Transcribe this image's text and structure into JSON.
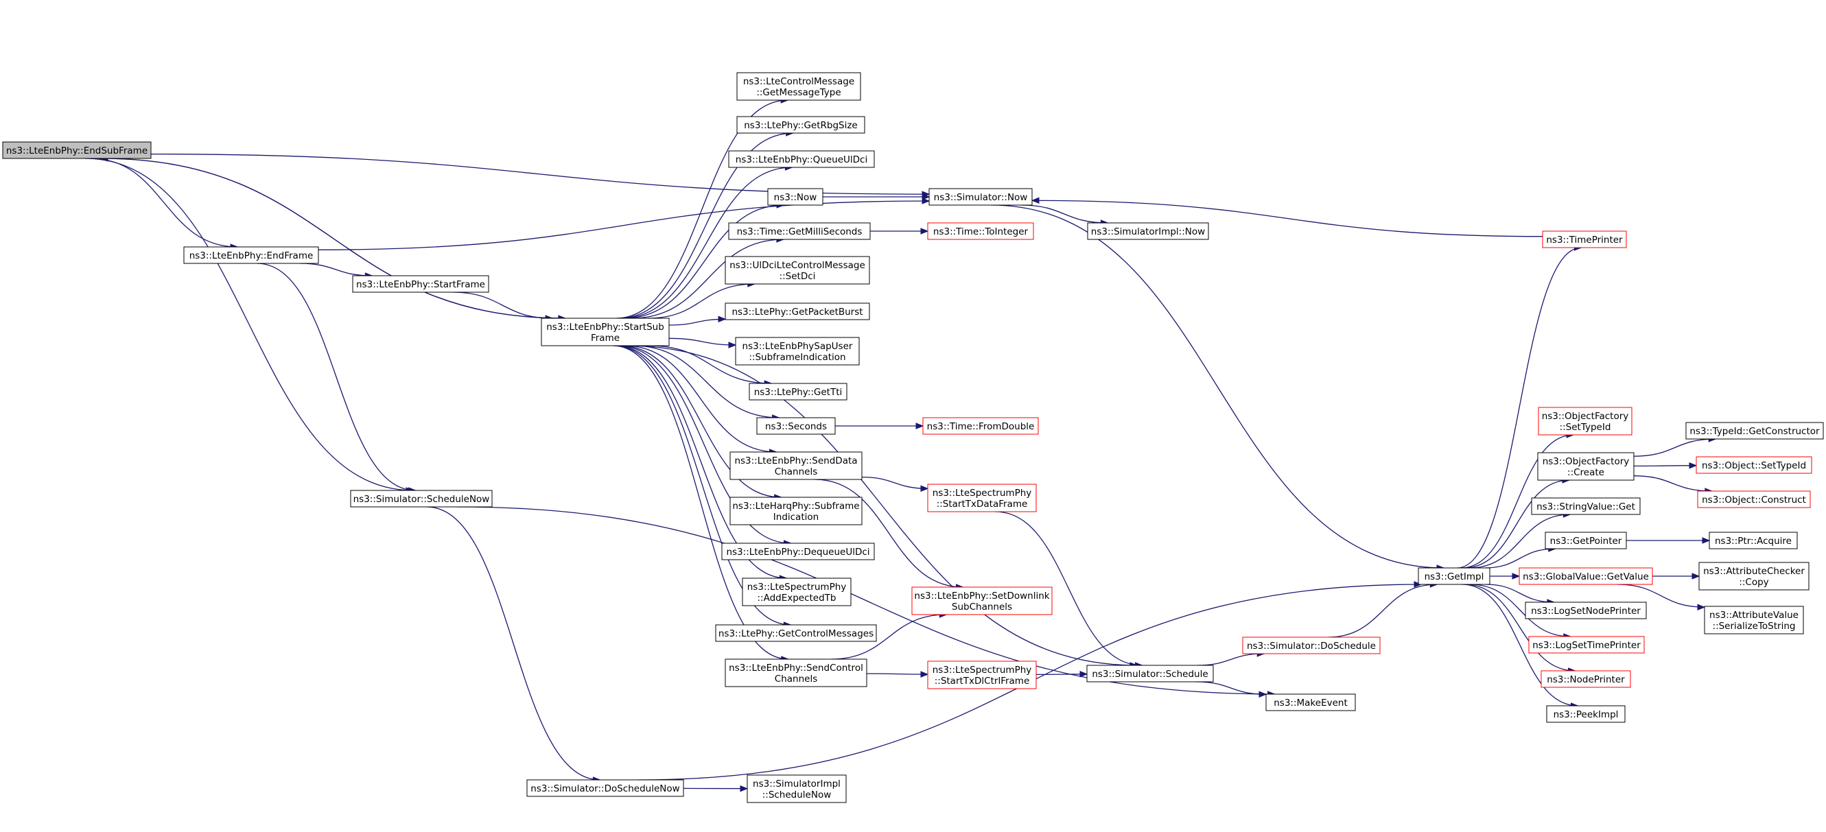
{
  "nodes": [
    {
      "id": "EndSubFrame",
      "lines": [
        "ns3::LteEnbPhy::EndSubFrame"
      ],
      "style": "root"
    },
    {
      "id": "EndFrame",
      "lines": [
        "ns3::LteEnbPhy::EndFrame"
      ],
      "style": "normal"
    },
    {
      "id": "StartFrame",
      "lines": [
        "ns3::LteEnbPhy::StartFrame"
      ],
      "style": "normal"
    },
    {
      "id": "StartSubFrame",
      "lines": [
        "ns3::LteEnbPhy::StartSub",
        "Frame"
      ],
      "style": "normal"
    },
    {
      "id": "ScheduleNow",
      "lines": [
        "ns3::Simulator::ScheduleNow"
      ],
      "style": "normal"
    },
    {
      "id": "DoScheduleNow",
      "lines": [
        "ns3::Simulator::DoScheduleNow"
      ],
      "style": "normal"
    },
    {
      "id": "SimImplScheduleNow",
      "lines": [
        "ns3::SimulatorImpl",
        "::ScheduleNow"
      ],
      "style": "normal"
    },
    {
      "id": "GetMessageType",
      "lines": [
        "ns3::LteControlMessage",
        "::GetMessageType"
      ],
      "style": "normal"
    },
    {
      "id": "GetRbgSize",
      "lines": [
        "ns3::LtePhy::GetRbgSize"
      ],
      "style": "normal"
    },
    {
      "id": "QueueUlDci",
      "lines": [
        "ns3::LteEnbPhy::QueueUlDci"
      ],
      "style": "normal"
    },
    {
      "id": "Now",
      "lines": [
        "ns3::Now"
      ],
      "style": "normal"
    },
    {
      "id": "GetMilliSeconds",
      "lines": [
        "ns3::Time::GetMilliSeconds"
      ],
      "style": "normal"
    },
    {
      "id": "SetDci",
      "lines": [
        "ns3::UlDciLteControlMessage",
        "::SetDci"
      ],
      "style": "normal"
    },
    {
      "id": "GetPacketBurst",
      "lines": [
        "ns3::LtePhy::GetPacketBurst"
      ],
      "style": "normal"
    },
    {
      "id": "SubframeIndication",
      "lines": [
        "ns3::LteEnbPhySapUser",
        "::SubframeIndication"
      ],
      "style": "normal"
    },
    {
      "id": "GetTti",
      "lines": [
        "ns3::LtePhy::GetTti"
      ],
      "style": "normal"
    },
    {
      "id": "Seconds",
      "lines": [
        "ns3::Seconds"
      ],
      "style": "normal"
    },
    {
      "id": "SendDataChannels",
      "lines": [
        "ns3::LteEnbPhy::SendData",
        "Channels"
      ],
      "style": "normal"
    },
    {
      "id": "HarqSubframe",
      "lines": [
        "ns3::LteHarqPhy::Subframe",
        "Indication"
      ],
      "style": "normal"
    },
    {
      "id": "DequeueUlDci",
      "lines": [
        "ns3::LteEnbPhy::DequeueUlDci"
      ],
      "style": "normal"
    },
    {
      "id": "AddExpectedTb",
      "lines": [
        "ns3::LteSpectrumPhy",
        "::AddExpectedTb"
      ],
      "style": "normal"
    },
    {
      "id": "GetControlMessages",
      "lines": [
        "ns3::LtePhy::GetControlMessages"
      ],
      "style": "normal"
    },
    {
      "id": "SendControlChannels",
      "lines": [
        "ns3::LteEnbPhy::SendControl",
        "Channels"
      ],
      "style": "normal"
    },
    {
      "id": "SimulatorNow",
      "lines": [
        "ns3::Simulator::Now"
      ],
      "style": "normal"
    },
    {
      "id": "ToInteger",
      "lines": [
        "ns3::Time::ToInteger"
      ],
      "style": "red"
    },
    {
      "id": "FromDouble",
      "lines": [
        "ns3::Time::FromDouble"
      ],
      "style": "red"
    },
    {
      "id": "StartTxDataFrame",
      "lines": [
        "ns3::LteSpectrumPhy",
        "::StartTxDataFrame"
      ],
      "style": "red"
    },
    {
      "id": "SetDownlinkSubChannels",
      "lines": [
        "ns3::LteEnbPhy::SetDownlink",
        "SubChannels"
      ],
      "style": "red"
    },
    {
      "id": "StartTxDlCtrlFrame",
      "lines": [
        "ns3::LteSpectrumPhy",
        "::StartTxDlCtrlFrame"
      ],
      "style": "red"
    },
    {
      "id": "SimulatorImplNow",
      "lines": [
        "ns3::SimulatorImpl::Now"
      ],
      "style": "normal"
    },
    {
      "id": "Schedule",
      "lines": [
        "ns3::Simulator::Schedule"
      ],
      "style": "normal"
    },
    {
      "id": "MakeEvent",
      "lines": [
        "ns3::MakeEvent"
      ],
      "style": "normal"
    },
    {
      "id": "DoSchedule",
      "lines": [
        "ns3::Simulator::DoSchedule"
      ],
      "style": "red"
    },
    {
      "id": "GetImpl",
      "lines": [
        "ns3::GetImpl"
      ],
      "style": "normal"
    },
    {
      "id": "TimePrinter",
      "lines": [
        "ns3::TimePrinter"
      ],
      "style": "red"
    },
    {
      "id": "OFSetTypeId",
      "lines": [
        "ns3::ObjectFactory",
        "::SetTypeId"
      ],
      "style": "red"
    },
    {
      "id": "OFCreate",
      "lines": [
        "ns3::ObjectFactory",
        "::Create"
      ],
      "style": "normal"
    },
    {
      "id": "StringValueGet",
      "lines": [
        "ns3::StringValue::Get"
      ],
      "style": "normal"
    },
    {
      "id": "GetPointer",
      "lines": [
        "ns3::GetPointer"
      ],
      "style": "normal"
    },
    {
      "id": "GlobalValueGetValue",
      "lines": [
        "ns3::GlobalValue::GetValue"
      ],
      "style": "red"
    },
    {
      "id": "LogSetNodePrinter",
      "lines": [
        "ns3::LogSetNodePrinter"
      ],
      "style": "normal"
    },
    {
      "id": "LogSetTimePrinter",
      "lines": [
        "ns3::LogSetTimePrinter"
      ],
      "style": "red"
    },
    {
      "id": "NodePrinter",
      "lines": [
        "ns3::NodePrinter"
      ],
      "style": "red"
    },
    {
      "id": "PeekImpl",
      "lines": [
        "ns3::PeekImpl"
      ],
      "style": "normal"
    },
    {
      "id": "GetConstructor",
      "lines": [
        "ns3::TypeId::GetConstructor"
      ],
      "style": "normal"
    },
    {
      "id": "ObjectSetTypeId",
      "lines": [
        "ns3::Object::SetTypeId"
      ],
      "style": "red"
    },
    {
      "id": "ObjectConstruct",
      "lines": [
        "ns3::Object::Construct"
      ],
      "style": "red"
    },
    {
      "id": "PtrAcquire",
      "lines": [
        "ns3::Ptr::Acquire"
      ],
      "style": "normal"
    },
    {
      "id": "AttributeCheckerCopy",
      "lines": [
        "ns3::AttributeChecker",
        "::Copy"
      ],
      "style": "normal"
    },
    {
      "id": "AttributeValueSerialize",
      "lines": [
        "ns3::AttributeValue",
        "::SerializeToString"
      ],
      "style": "normal"
    }
  ],
  "edges": [
    [
      "EndSubFrame",
      "EndFrame"
    ],
    [
      "EndSubFrame",
      "StartSubFrame"
    ],
    [
      "EndSubFrame",
      "ScheduleNow"
    ],
    [
      "EndSubFrame",
      "SimulatorNow"
    ],
    [
      "EndFrame",
      "StartFrame"
    ],
    [
      "EndFrame",
      "ScheduleNow"
    ],
    [
      "EndFrame",
      "SimulatorNow"
    ],
    [
      "StartFrame",
      "StartSubFrame"
    ],
    [
      "StartSubFrame",
      "EndSubFrame"
    ],
    [
      "StartSubFrame",
      "GetMessageType"
    ],
    [
      "StartSubFrame",
      "GetRbgSize"
    ],
    [
      "StartSubFrame",
      "QueueUlDci"
    ],
    [
      "StartSubFrame",
      "Now"
    ],
    [
      "StartSubFrame",
      "GetMilliSeconds"
    ],
    [
      "StartSubFrame",
      "SetDci"
    ],
    [
      "StartSubFrame",
      "GetPacketBurst"
    ],
    [
      "StartSubFrame",
      "SubframeIndication"
    ],
    [
      "StartSubFrame",
      "GetTti"
    ],
    [
      "StartSubFrame",
      "Seconds"
    ],
    [
      "StartSubFrame",
      "SendDataChannels"
    ],
    [
      "StartSubFrame",
      "HarqSubframe"
    ],
    [
      "StartSubFrame",
      "DequeueUlDci"
    ],
    [
      "StartSubFrame",
      "AddExpectedTb"
    ],
    [
      "StartSubFrame",
      "GetControlMessages"
    ],
    [
      "StartSubFrame",
      "SendControlChannels"
    ],
    [
      "StartSubFrame",
      "Schedule"
    ],
    [
      "ScheduleNow",
      "DoScheduleNow"
    ],
    [
      "ScheduleNow",
      "MakeEvent"
    ],
    [
      "DoScheduleNow",
      "SimImplScheduleNow"
    ],
    [
      "DoScheduleNow",
      "GetImpl"
    ],
    [
      "Now",
      "SimulatorNow"
    ],
    [
      "GetMilliSeconds",
      "ToInteger"
    ],
    [
      "Seconds",
      "FromDouble"
    ],
    [
      "SendDataChannels",
      "StartTxDataFrame"
    ],
    [
      "SendDataChannels",
      "SetDownlinkSubChannels"
    ],
    [
      "SendControlChannels",
      "SetDownlinkSubChannels"
    ],
    [
      "SendControlChannels",
      "StartTxDlCtrlFrame"
    ],
    [
      "StartTxDataFrame",
      "Schedule"
    ],
    [
      "StartTxDlCtrlFrame",
      "Schedule"
    ],
    [
      "SimulatorNow",
      "SimulatorImplNow"
    ],
    [
      "SimulatorNow",
      "GetImpl"
    ],
    [
      "Schedule",
      "DoSchedule"
    ],
    [
      "Schedule",
      "MakeEvent"
    ],
    [
      "DoSchedule",
      "GetImpl"
    ],
    [
      "GetImpl",
      "TimePrinter"
    ],
    [
      "GetImpl",
      "OFSetTypeId"
    ],
    [
      "GetImpl",
      "OFCreate"
    ],
    [
      "GetImpl",
      "StringValueGet"
    ],
    [
      "GetImpl",
      "GetPointer"
    ],
    [
      "GetImpl",
      "GlobalValueGetValue"
    ],
    [
      "GetImpl",
      "LogSetNodePrinter"
    ],
    [
      "GetImpl",
      "LogSetTimePrinter"
    ],
    [
      "GetImpl",
      "NodePrinter"
    ],
    [
      "GetImpl",
      "PeekImpl"
    ],
    [
      "TimePrinter",
      "SimulatorNow"
    ],
    [
      "OFCreate",
      "GetConstructor"
    ],
    [
      "OFCreate",
      "ObjectSetTypeId"
    ],
    [
      "OFCreate",
      "ObjectConstruct"
    ],
    [
      "GetPointer",
      "PtrAcquire"
    ],
    [
      "GlobalValueGetValue",
      "AttributeCheckerCopy"
    ],
    [
      "GlobalValueGetValue",
      "AttributeValueSerialize"
    ]
  ]
}
